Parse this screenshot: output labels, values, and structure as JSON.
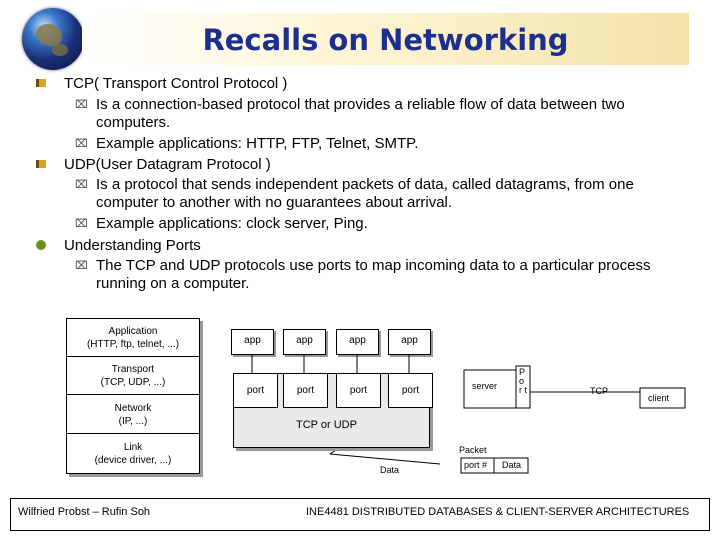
{
  "slide": {
    "title": "Recalls on Networking"
  },
  "bullets": [
    {
      "text": "TCP( Transport Control Protocol )",
      "subs": [
        "Is a connection-based protocol that provides a reliable flow of data between two computers.",
        "Example applications: HTTP, FTP, Telnet, SMTP."
      ]
    },
    {
      "text": "UDP(User Datagram Protocol )",
      "subs": [
        "Is a protocol that sends independent packets of data, called datagrams, from one computer to another with no guarantees about arrival.",
        "Example applications: clock server, Ping."
      ]
    },
    {
      "text": "Understanding Ports",
      "subs": [
        "The TCP and UDP protocols use ports to map incoming data to a particular process running on a computer."
      ]
    }
  ],
  "diagram": {
    "layers": [
      {
        "name": "Application",
        "detail": "(HTTP, ftp, telnet, ...)"
      },
      {
        "name": "Transport",
        "detail": "(TCP, UDP, ...)"
      },
      {
        "name": "Network",
        "detail": "(IP, ...)"
      },
      {
        "name": "Link",
        "detail": "(device driver, ...)"
      }
    ],
    "apps": [
      "app",
      "app",
      "app",
      "app"
    ],
    "ports": [
      "port",
      "port",
      "port",
      "port"
    ],
    "tcp_udp": "TCP or UDP",
    "server": "server",
    "p_label": "P o r t",
    "tcp": "TCP",
    "client": "client",
    "packet": "Packet",
    "data": "Data",
    "packet_port": "port #",
    "packet_data": "Data"
  },
  "footer": {
    "left": "Wilfried Probst – Rufin Soh",
    "right": "INE4481 DISTRIBUTED DATABASES & CLIENT-SERVER ARCHITECTURES"
  }
}
